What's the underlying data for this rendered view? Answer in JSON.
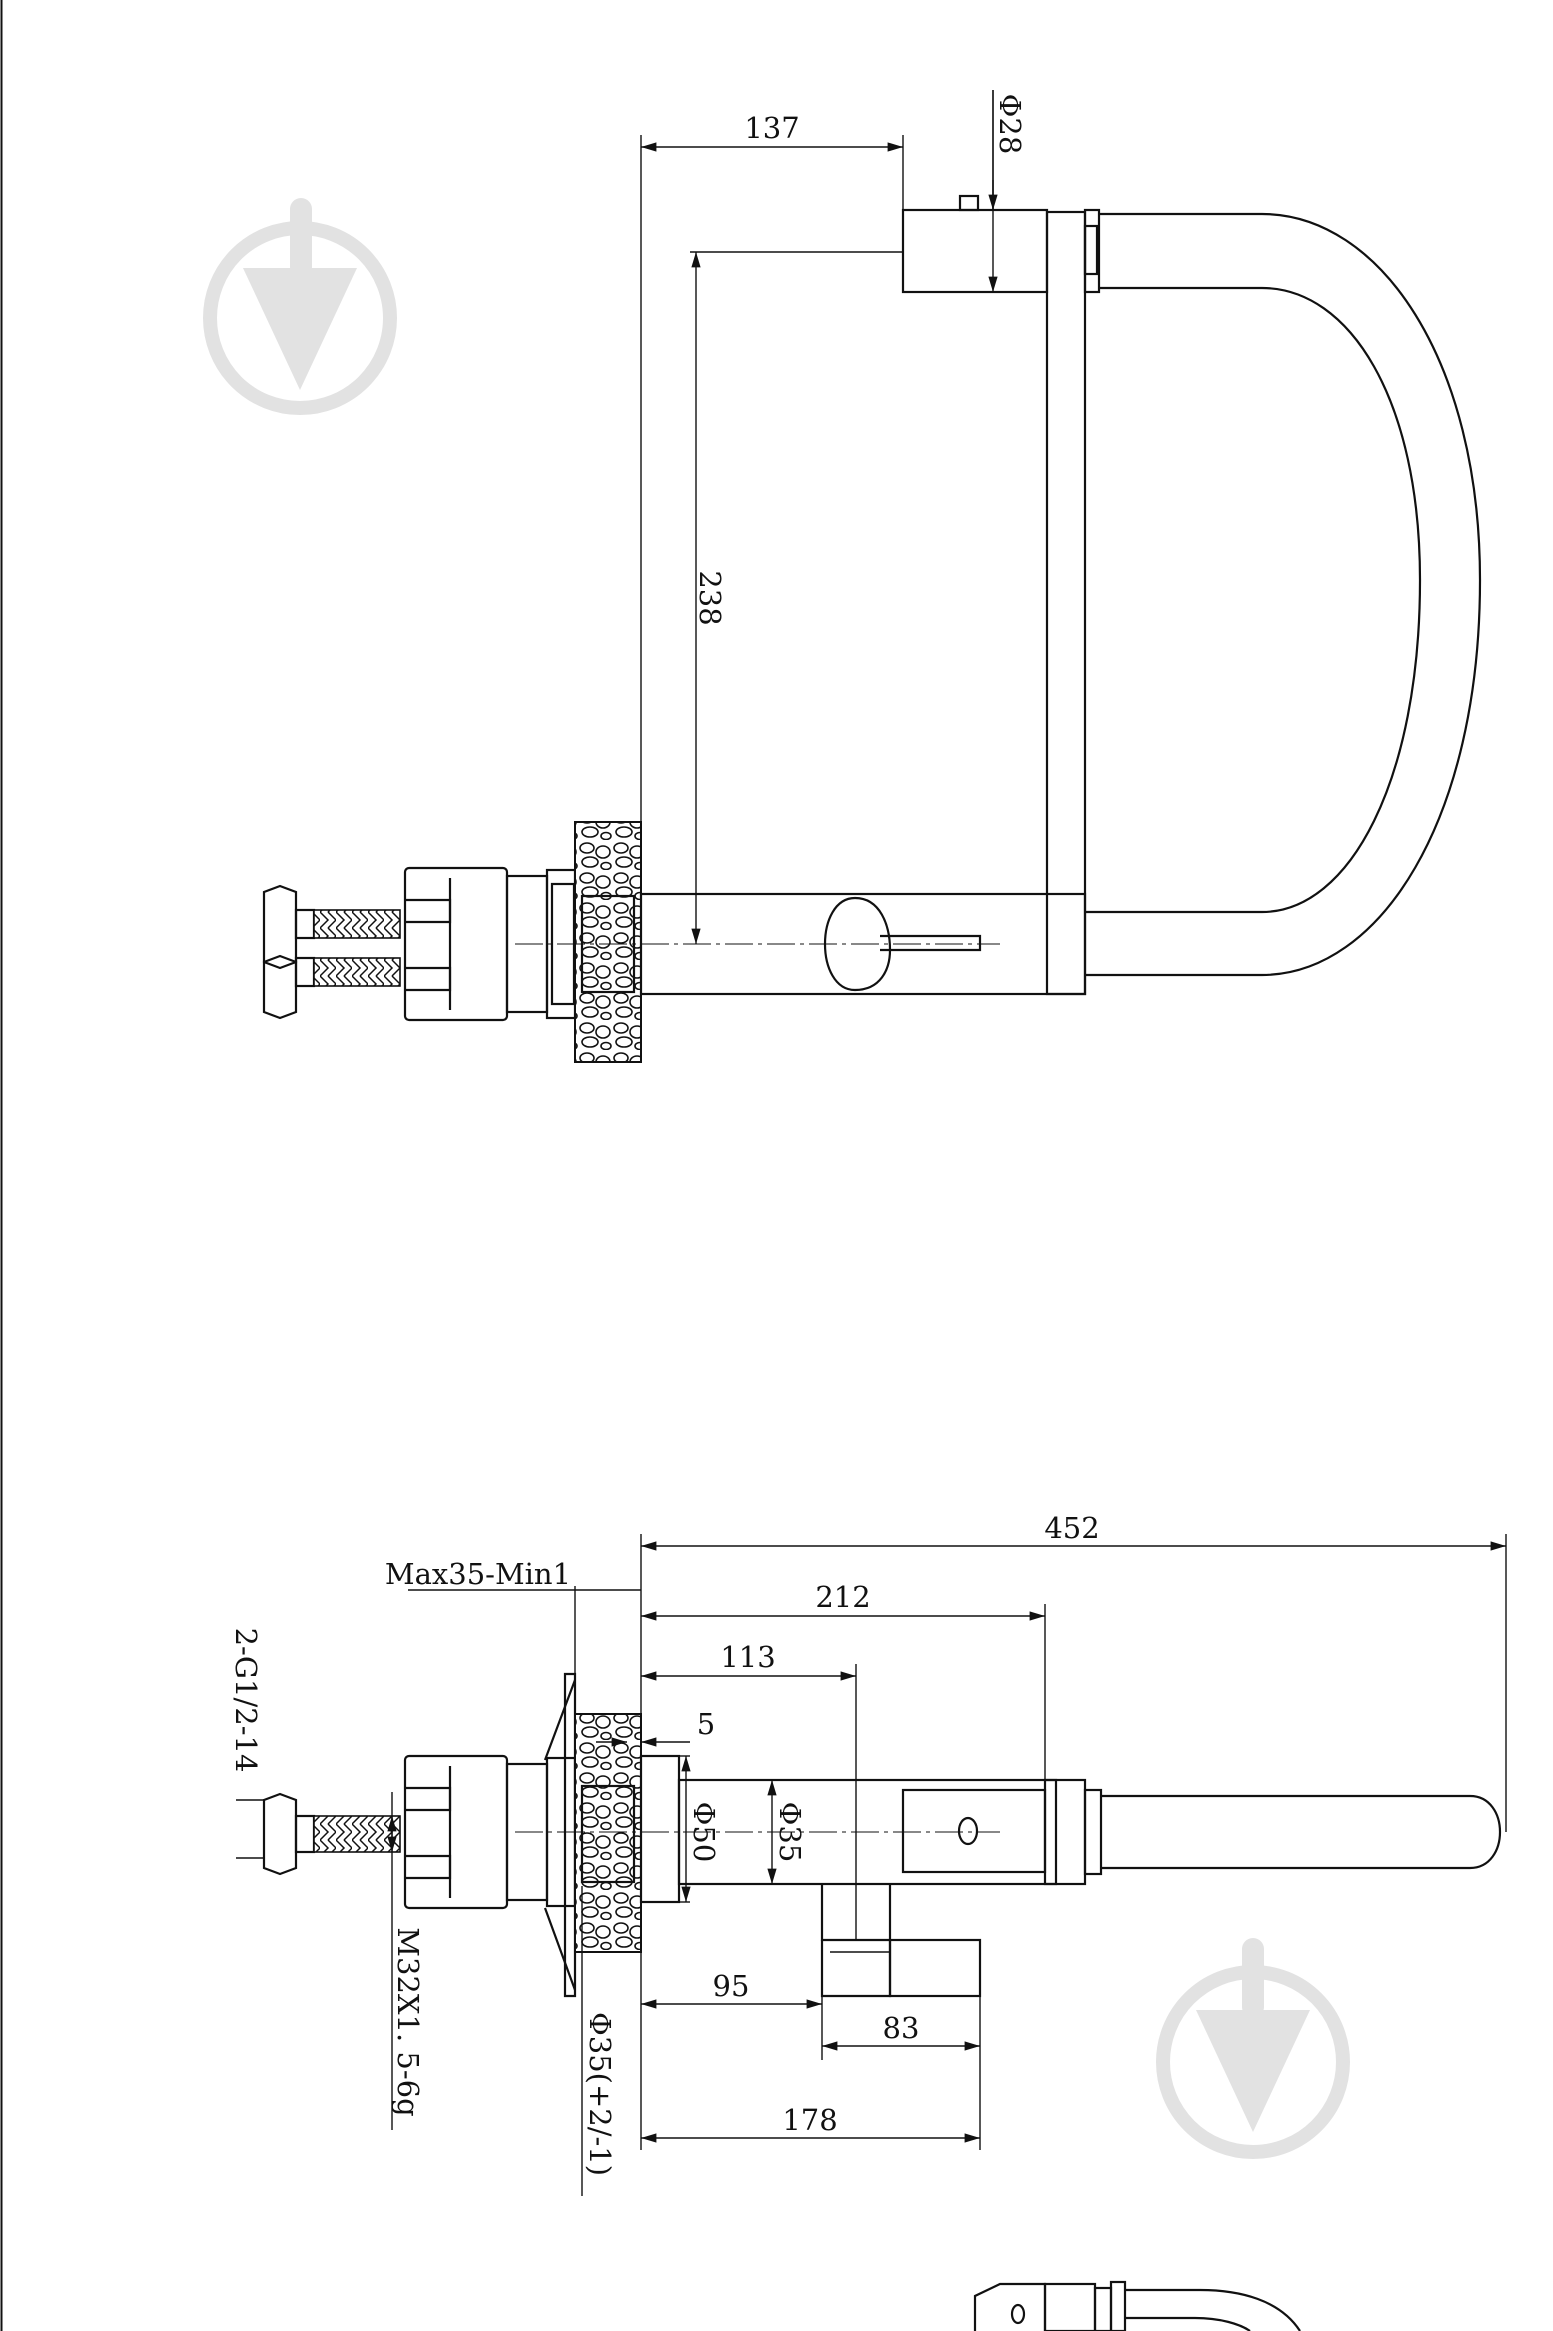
{
  "drawing": {
    "top_view": {
      "dim_137": "137",
      "dim_238": "238",
      "dim_d28": "Φ28"
    },
    "side_view": {
      "dim_452": "452",
      "dim_212": "212",
      "dim_113": "113",
      "dim_5": "5",
      "dim_d50": "Φ50",
      "dim_d35": "Φ35",
      "dim_95": "95",
      "dim_83": "83",
      "dim_178": "178",
      "max_min": "Max35-Min1",
      "hose_thread": "2-G1/2-14",
      "nut_thread": "M32X1. 5-6g",
      "hole_diameter": "Φ35(+2/-1)"
    }
  },
  "colors": {
    "line": "#111111",
    "watermark": "#e2e2e2",
    "background": "#ffffff"
  },
  "icons": [
    "watermark-logo-icon",
    "watermark-logo-icon"
  ]
}
